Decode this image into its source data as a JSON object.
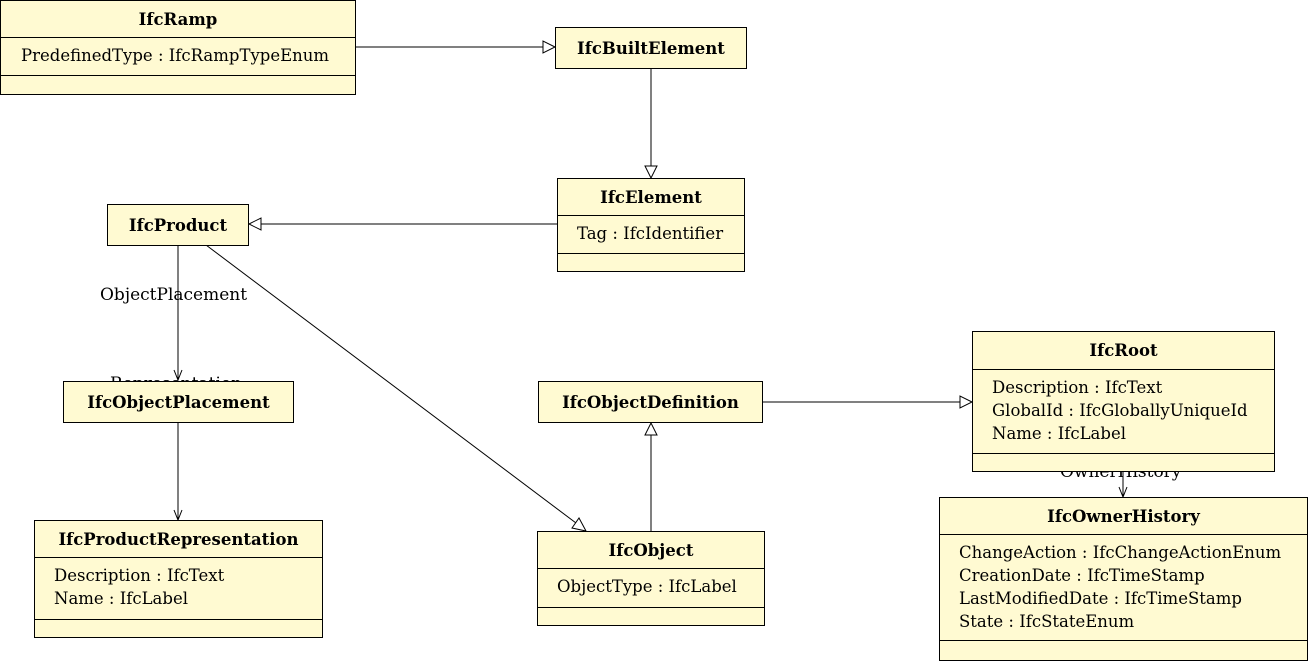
{
  "classes": {
    "ifc_ramp": {
      "name": "IfcRamp",
      "attributes": [
        "PredefinedType : IfcRampTypeEnum"
      ]
    },
    "ifc_built_element": {
      "name": "IfcBuiltElement"
    },
    "ifc_element": {
      "name": "IfcElement",
      "attributes": [
        "Tag : IfcIdentifier"
      ]
    },
    "ifc_product": {
      "name": "IfcProduct"
    },
    "ifc_object_placement": {
      "name": "IfcObjectPlacement"
    },
    "ifc_product_representation": {
      "name": "IfcProductRepresentation",
      "attributes": [
        "Description : IfcText",
        "Name : IfcLabel"
      ]
    },
    "ifc_object_definition": {
      "name": "IfcObjectDefinition"
    },
    "ifc_object": {
      "name": "IfcObject",
      "attributes": [
        "ObjectType : IfcLabel"
      ]
    },
    "ifc_root": {
      "name": "IfcRoot",
      "attributes": [
        "Description : IfcText",
        "GlobalId : IfcGloballyUniqueId",
        "Name : IfcLabel"
      ]
    },
    "ifc_owner_history": {
      "name": "IfcOwnerHistory",
      "attributes": [
        "ChangeAction : IfcChangeActionEnum",
        "CreationDate : IfcTimeStamp",
        "LastModifiedDate : IfcTimeStamp",
        "State : IfcStateEnum"
      ]
    }
  },
  "relations": {
    "object_placement": "ObjectPlacement",
    "representation": "Representation",
    "owner_history": "OwnerHistory"
  },
  "colors": {
    "class_fill": "#fffad2",
    "line": "#000000"
  }
}
